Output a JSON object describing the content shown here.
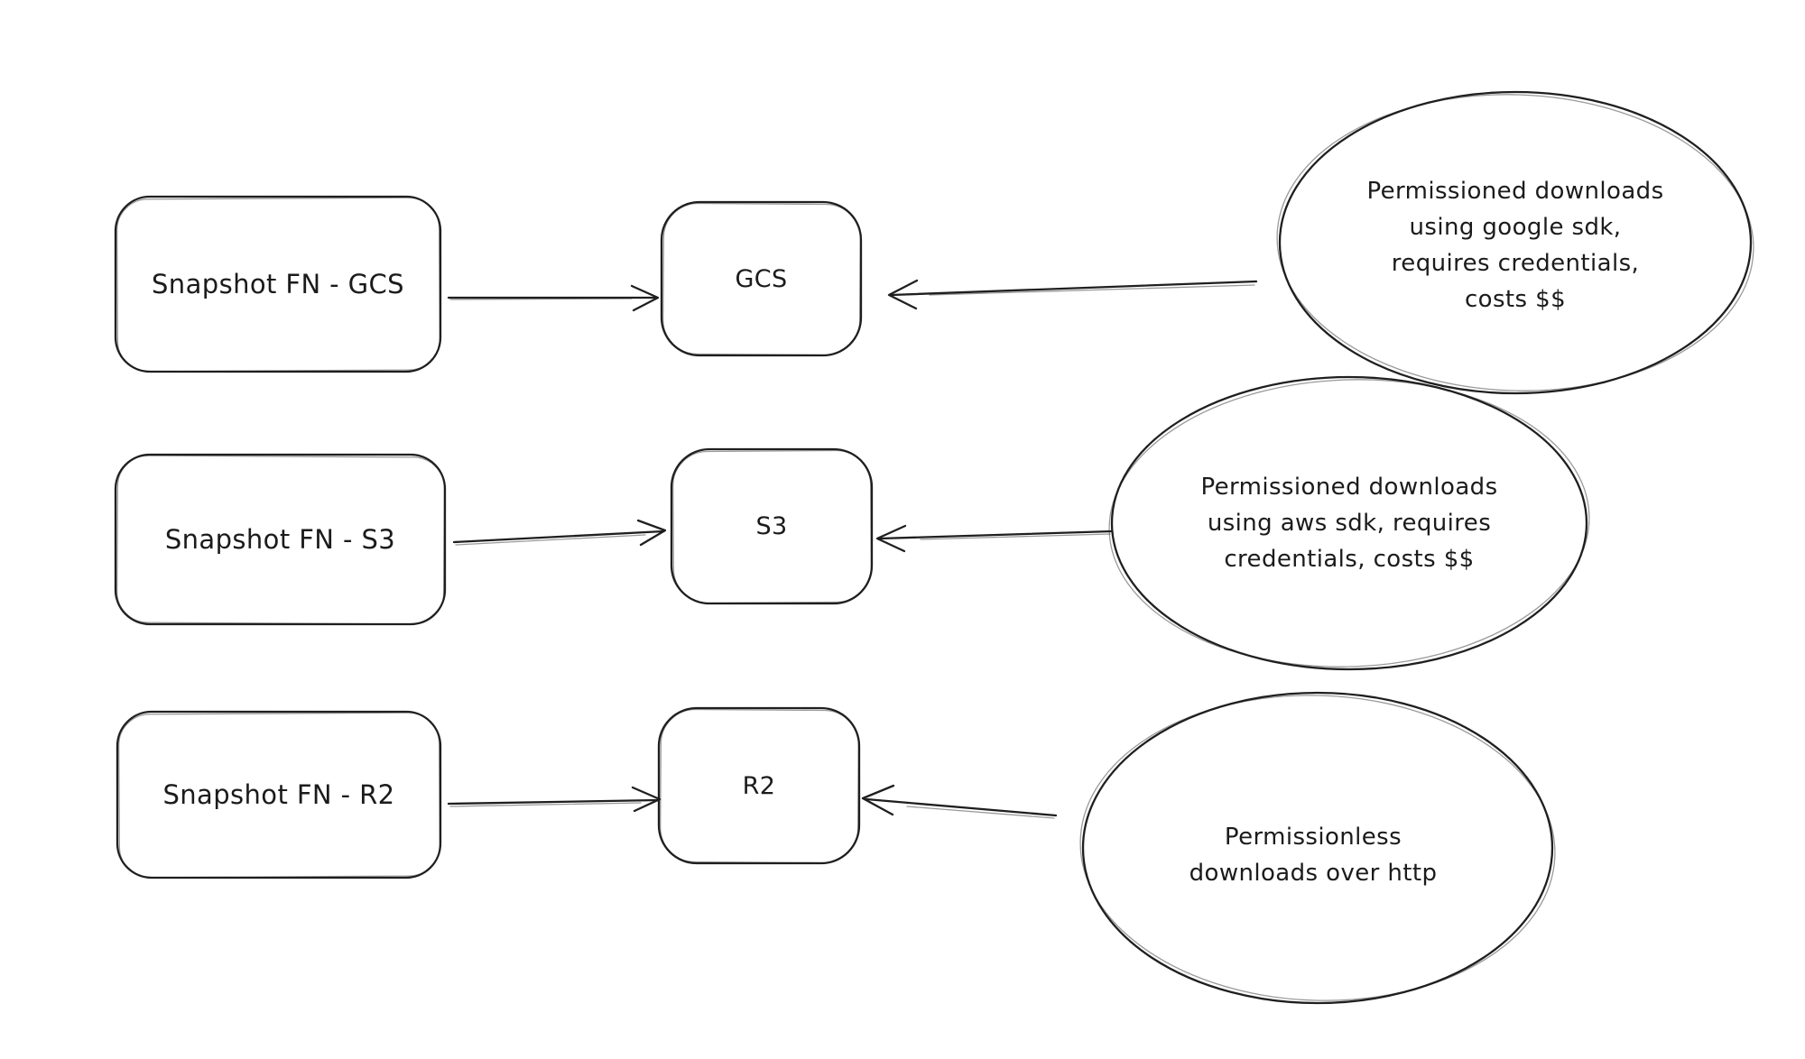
{
  "canvas": {
    "background": "#ffffff",
    "stroke_color": "#1f1f1f",
    "text_color": "#1b1b1b"
  },
  "nodes": {
    "functions": [
      {
        "label": "Snapshot FN - GCS"
      },
      {
        "label": "Snapshot FN - S3"
      },
      {
        "label": "Snapshot FN - R2"
      }
    ],
    "storages": [
      {
        "label": "GCS"
      },
      {
        "label": "S3"
      },
      {
        "label": "R2"
      }
    ],
    "notes": [
      {
        "text": "Permissioned downloads\nusing google sdk,\nrequires credentials,\ncosts $$"
      },
      {
        "text": "Permissioned downloads\nusing aws sdk, requires\ncredentials, costs $$"
      },
      {
        "text": "Permissionless\ndownloads over http"
      }
    ]
  },
  "edges": [
    {
      "from": "Snapshot FN - GCS",
      "to": "GCS"
    },
    {
      "from": "Permissioned downloads using google sdk, requires credentials, costs $$",
      "to": "GCS"
    },
    {
      "from": "Snapshot FN - S3",
      "to": "S3"
    },
    {
      "from": "Permissioned downloads using aws sdk, requires credentials, costs $$",
      "to": "S3"
    },
    {
      "from": "Snapshot FN - R2",
      "to": "R2"
    },
    {
      "from": "Permissionless downloads over http",
      "to": "R2"
    }
  ]
}
